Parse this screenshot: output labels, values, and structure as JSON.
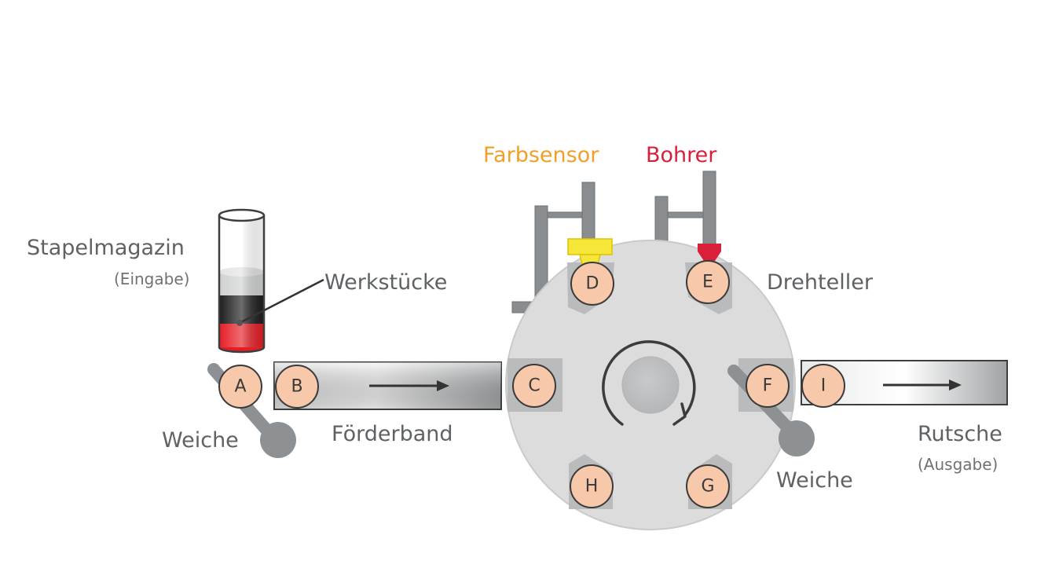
{
  "colors": {
    "sensor": "#f0a02a",
    "drill": "#d8203a",
    "table": "#dcdcdc",
    "station": "#f7c9aa",
    "metal": "#8a8d8f",
    "red_part": "#e51e25",
    "black_part": "#1e1e1e"
  },
  "labels": {
    "stack_magazine": "Stapelmagazin",
    "stack_magazine_sub": "(Eingabe)",
    "workpieces": "Werkstücke",
    "switch_left": "Weiche",
    "conveyor": "Förderband",
    "color_sensor": "Farbsensor",
    "drill": "Bohrer",
    "turntable": "Drehteller",
    "switch_right": "Weiche",
    "chute": "Rutsche",
    "chute_sub": "(Ausgabe)"
  },
  "stations": {
    "a": "A",
    "b": "B",
    "c": "C",
    "d": "D",
    "e": "E",
    "f": "F",
    "g": "G",
    "h": "H",
    "i": "I"
  },
  "icons": {
    "rotation": "rotation-arrow-icon",
    "conveyor_arrow": "arrow-right-icon",
    "chute_arrow": "arrow-right-icon"
  }
}
